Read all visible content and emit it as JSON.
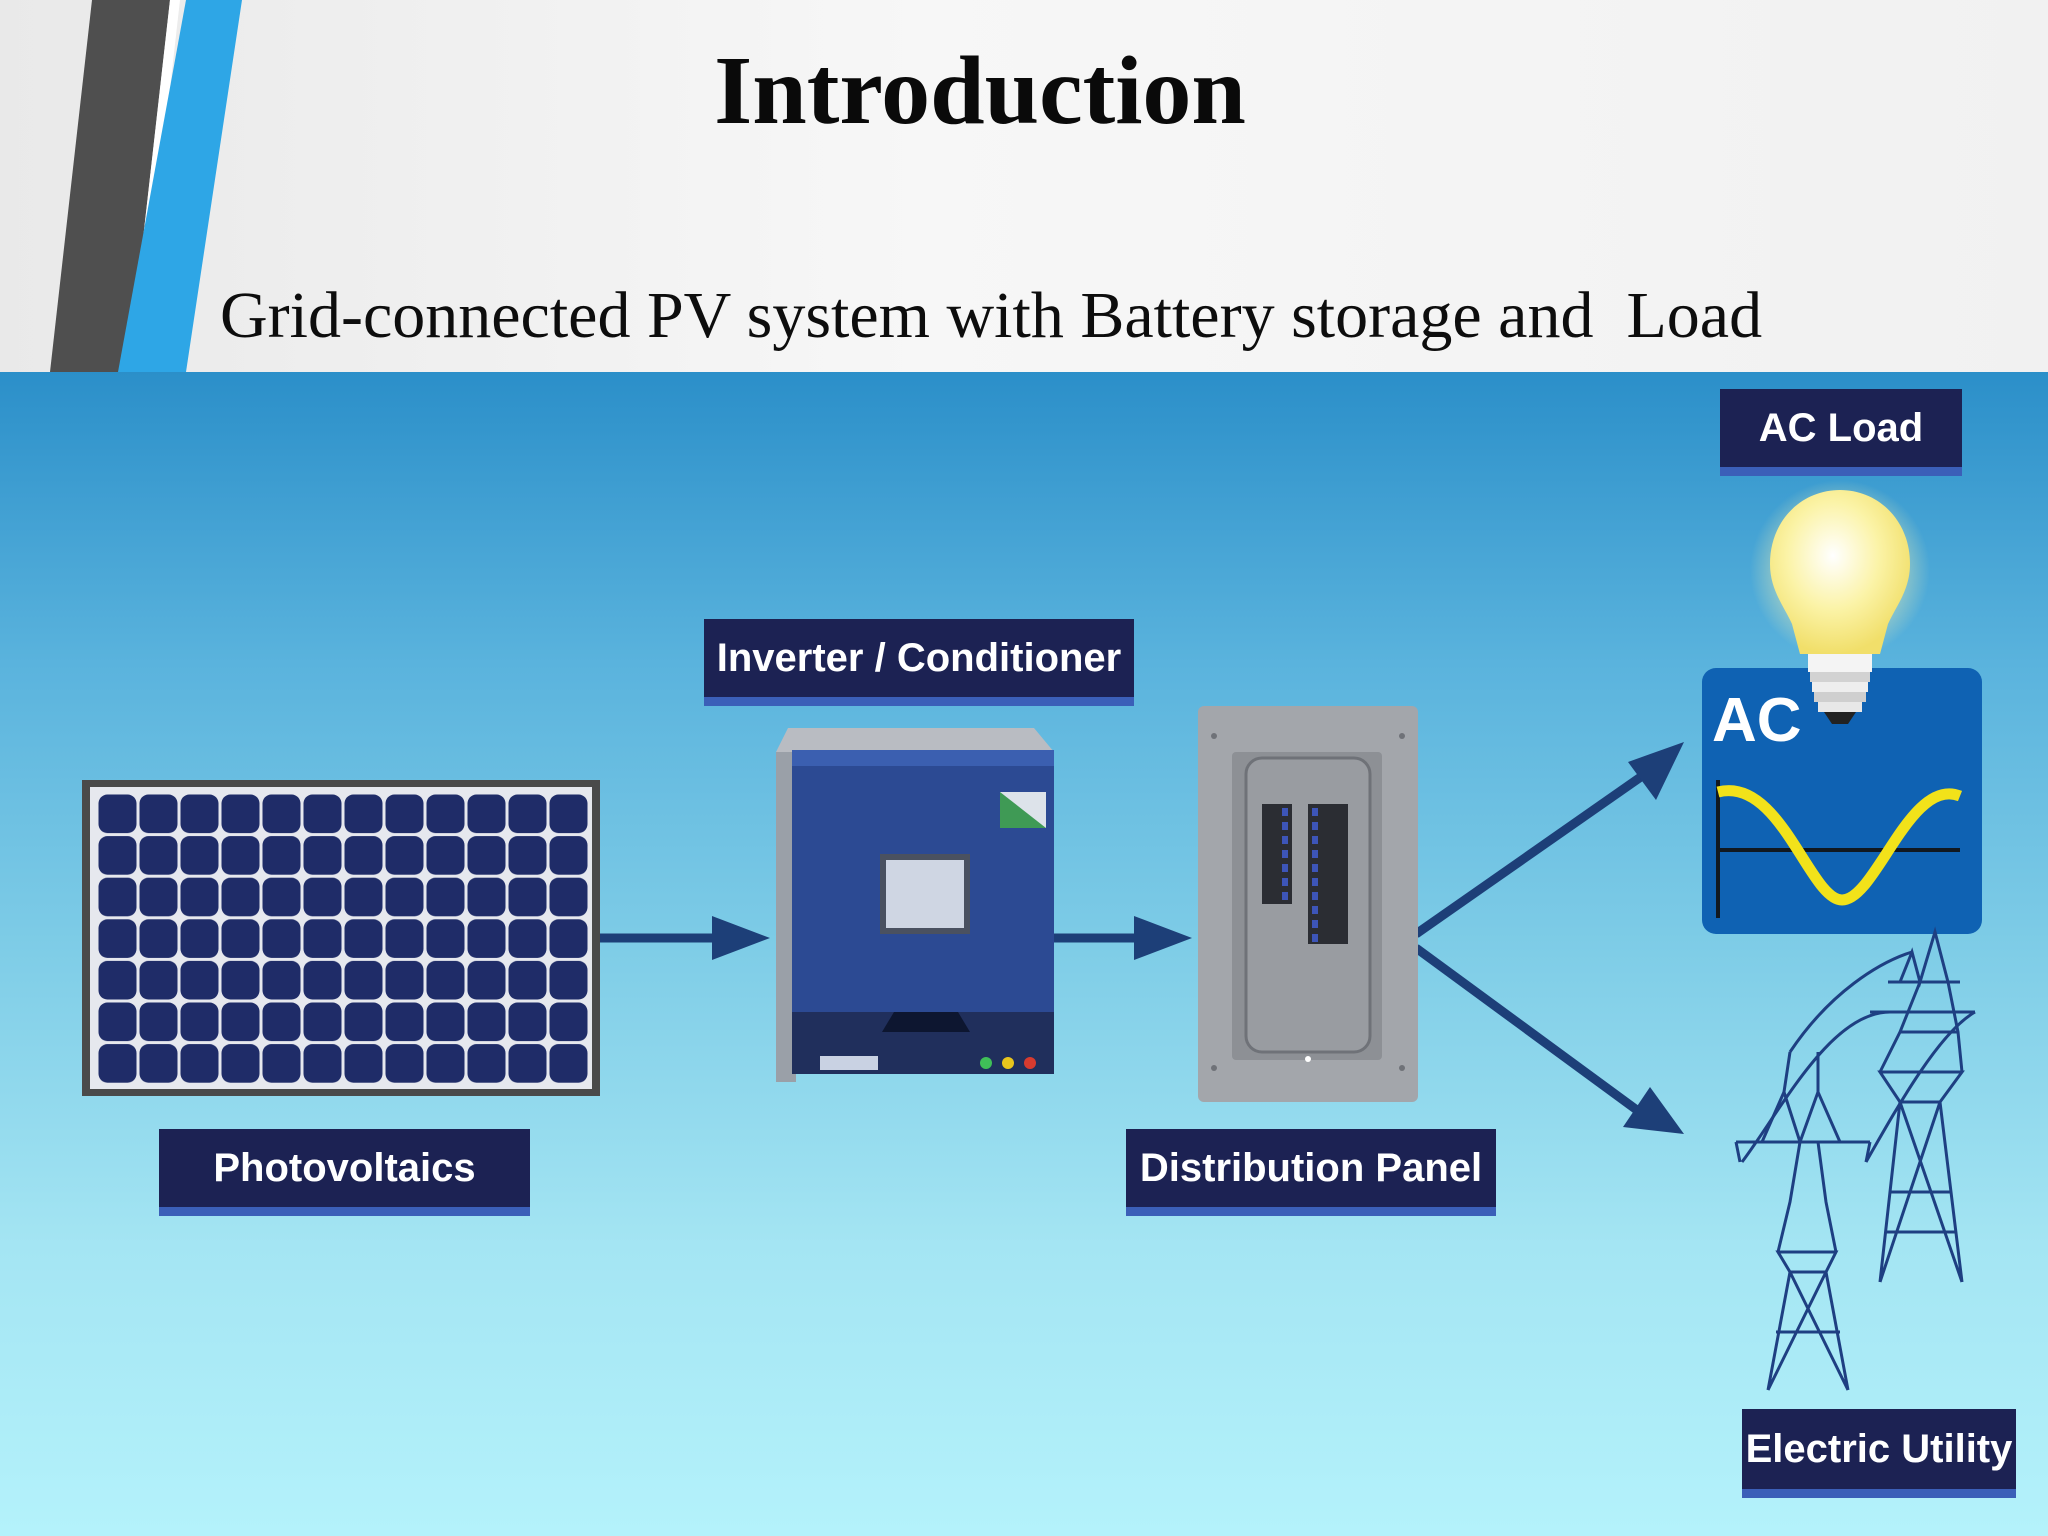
{
  "slide": {
    "title": "Introduction",
    "subtitle": "Grid-connected PV system with Battery storage and  Load"
  },
  "diagram": {
    "labels": {
      "photovoltaics": "Photovoltaics",
      "inverter": "Inverter / Conditioner",
      "distribution_panel": "Distribution Panel",
      "ac_load": "AC Load",
      "electric_utility": "Electric Utility"
    },
    "ac_badge_text": "AC",
    "icons": [
      "solar-panel-icon",
      "inverter-icon",
      "distribution-panel-icon",
      "light-bulb-icon",
      "ac-sine-wave-icon",
      "power-transmission-tower-icon"
    ],
    "colors": {
      "label_background": "#1c2253",
      "label_underline": "#3b5fb8",
      "arrow": "#1d3f78",
      "accent_blue": "#2ea6e6",
      "sine_wave": "#f2e21a"
    }
  }
}
